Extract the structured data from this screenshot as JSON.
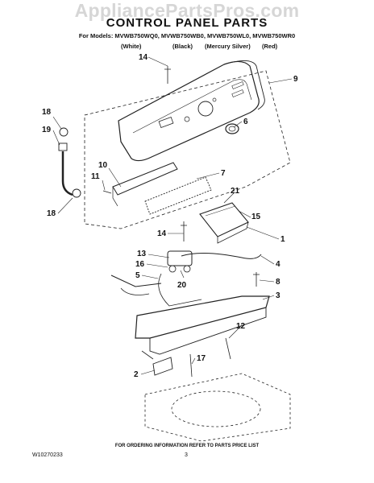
{
  "watermark": "AppliancePartsPros.com",
  "title": "CONTROL PANEL PARTS",
  "models_line": "For Models: MVWB750WQ0, MVWB750WB0, MVWB750WL0, MVWB750WR0",
  "colors": [
    "(White)",
    "(Black)",
    "(Mercury Silver)",
    "(Red)"
  ],
  "callouts": [
    "14",
    "9",
    "6",
    "18",
    "19",
    "10",
    "11",
    "7",
    "21",
    "15",
    "18",
    "1",
    "14",
    "13",
    "16",
    "4",
    "5",
    "20",
    "8",
    "3",
    "12",
    "17",
    "2"
  ],
  "footer_note": "FOR ORDERING INFORMATION REFER TO PARTS PRICE LIST",
  "doc_id": "W10270233",
  "page_number": "3"
}
